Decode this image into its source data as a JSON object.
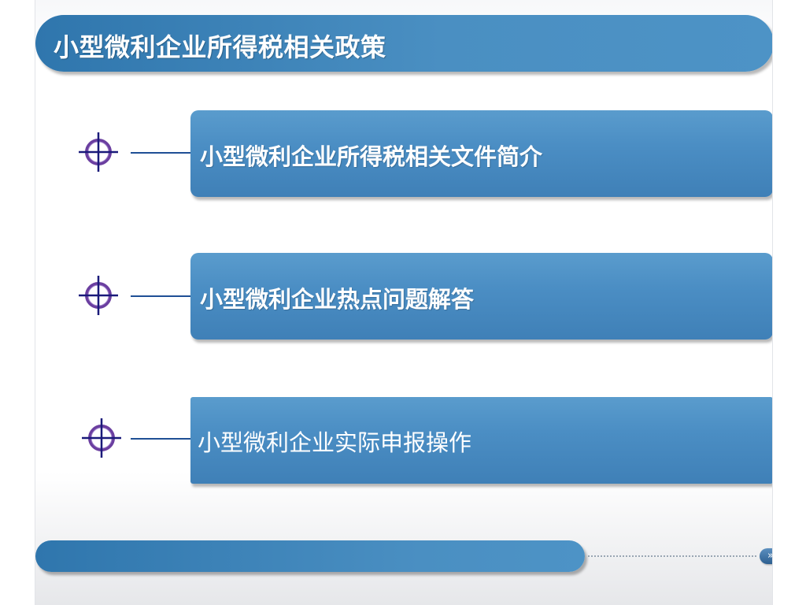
{
  "slide": {
    "title": "小型微利企业所得税相关政策",
    "items": [
      {
        "label": "小型微利企业所得税相关文件简介",
        "style": "bold"
      },
      {
        "label": "小型微利企业热点问题解答",
        "style": "bold"
      },
      {
        "label": "小型微利企业实际申报操作",
        "style": "plain"
      }
    ],
    "footer": {
      "next_icon": "double-chevron-right-icon",
      "next_glyph": "»"
    }
  },
  "colors": {
    "bar_blue": "#3f80b7",
    "bar_light": "#5a9ccd",
    "connector": "#1f4f95",
    "crosshair_ring": "#6b3fa0",
    "crosshair_lines": "#1a1a7a",
    "text": "#ffffff"
  }
}
